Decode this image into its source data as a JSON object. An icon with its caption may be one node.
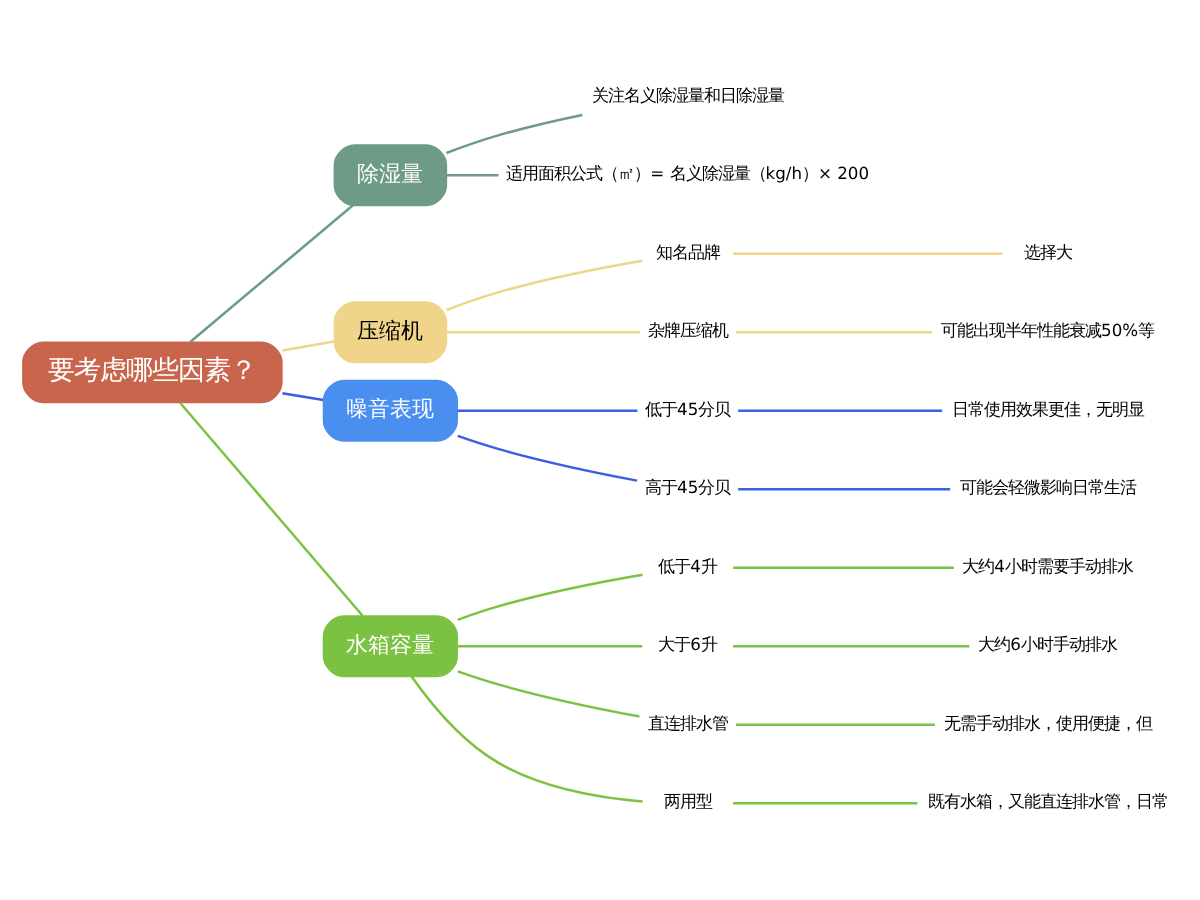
{
  "diagram": {
    "nodes": [
      {
        "text": [
          "要考虑哪些因素？"
        ]
      },
      {
        "text": [
          "除湿量"
        ]
      },
      {
        "text": [
          "关注名义除湿量和日除湿量"
        ]
      },
      {
        "text": [
          "适用面积公式（㎡）= 名义除湿量（kg/h）× 200"
        ]
      },
      {
        "text": [
          "压缩机"
        ]
      },
      {
        "text": [
          "知名品牌"
        ]
      },
      {
        "text": [
          "选择大"
        ]
      },
      {
        "text": [
          "杂牌压缩机"
        ]
      },
      {
        "text": [
          "可能出现半年性能衰减50%等"
        ]
      },
      {
        "text": [
          "噪音表现"
        ]
      },
      {
        "text": [
          "低于45分贝"
        ]
      },
      {
        "text": [
          "日常使用效果更佳，无明显"
        ]
      },
      {
        "text": [
          "高于45分贝"
        ]
      },
      {
        "text": [
          "可能会轻微影响日常生活"
        ]
      },
      {
        "text": [
          "水箱容量"
        ]
      },
      {
        "text": [
          "低于4升"
        ]
      },
      {
        "text": [
          "大约4小时需要手动排水"
        ]
      },
      {
        "text": [
          "大于6升"
        ]
      },
      {
        "text": [
          "大约6小时手动排水"
        ]
      },
      {
        "text": [
          "直连排水管"
        ]
      },
      {
        "text": [
          "无需手动排水，使用便捷，但"
        ]
      },
      {
        "text": [
          "两用型"
        ]
      },
      {
        "text": [
          "既有水箱，又能直连排水管，日常"
        ]
      }
    ],
    "edges": [
      {
        "from": 0,
        "to": 1,
        "arrow": "none",
        "color": "#6e9b85"
      },
      {
        "from": 1,
        "to": 2,
        "arrow": "none",
        "color": "#6e9b85"
      },
      {
        "from": 1,
        "to": 3,
        "arrow": "none",
        "color": "#6e9b85"
      },
      {
        "from": 0,
        "to": 4,
        "arrow": "none",
        "color": "#f0d48a"
      },
      {
        "from": 4,
        "to": 5,
        "arrow": "none",
        "color": "#f0d48a"
      },
      {
        "from": 5,
        "to": 6,
        "arrow": "none",
        "color": "#f0d48a"
      },
      {
        "from": 4,
        "to": 7,
        "arrow": "none",
        "color": "#f0d48a"
      },
      {
        "from": 7,
        "to": 8,
        "arrow": "none",
        "color": "#f0d48a"
      },
      {
        "from": 0,
        "to": 9,
        "arrow": "none",
        "color": "#3a5fe0"
      },
      {
        "from": 9,
        "to": 10,
        "arrow": "none",
        "color": "#3a5fe0"
      },
      {
        "from": 10,
        "to": 11,
        "arrow": "none",
        "color": "#3a5fe0"
      },
      {
        "from": 9,
        "to": 12,
        "arrow": "none",
        "color": "#3a5fe0"
      },
      {
        "from": 12,
        "to": 13,
        "arrow": "none",
        "color": "#3a5fe0"
      },
      {
        "from": 0,
        "to": 14,
        "arrow": "none"
      },
      {
        "from": 14,
        "to": 15,
        "arrow": "none"
      },
      {
        "from": 15,
        "to": 16,
        "arrow": "none"
      },
      {
        "from": 14,
        "to": 17,
        "arrow": "none"
      },
      {
        "from": 17,
        "to": 18,
        "arrow": "none"
      },
      {
        "from": 14,
        "to": 19,
        "arrow": "none"
      },
      {
        "from": 19,
        "to": 20,
        "arrow": "none"
      },
      {
        "from": 14,
        "to": 21,
        "arrow": "none"
      },
      {
        "from": 21,
        "to": 22,
        "arrow": "none"
      }
    ]
  }
}
